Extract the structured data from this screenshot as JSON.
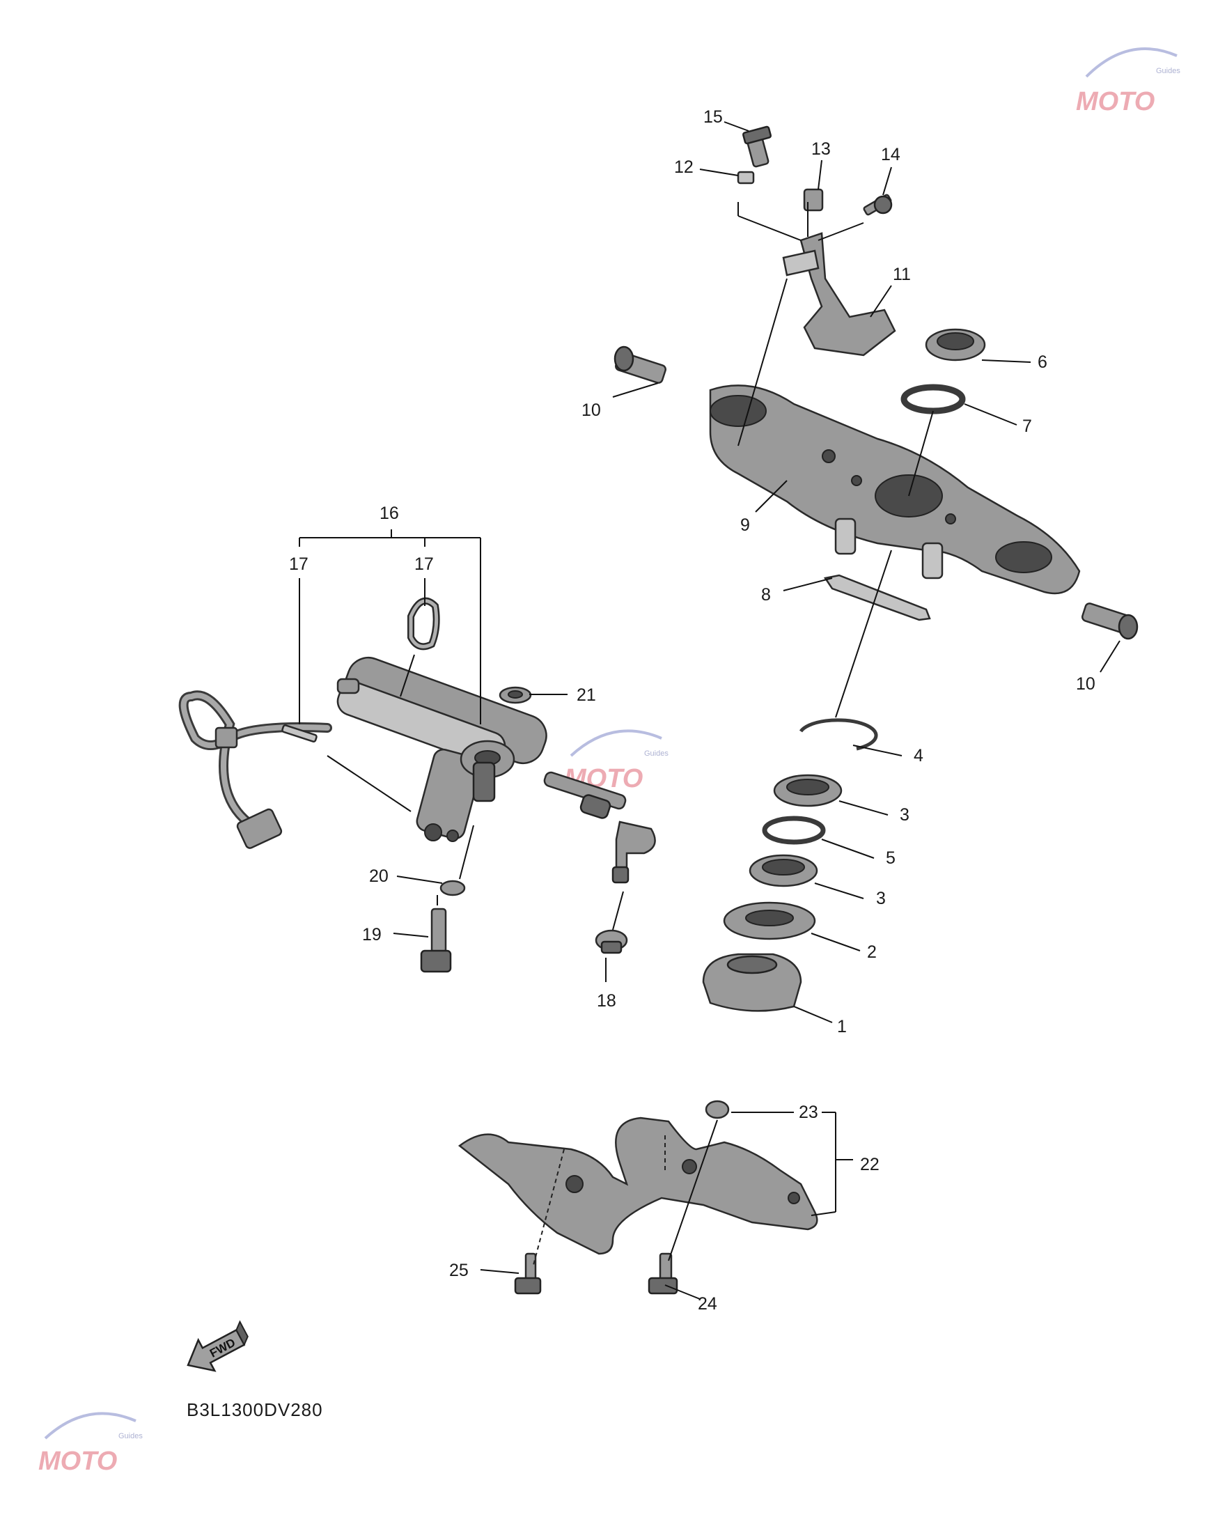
{
  "callouts": {
    "c1": "1",
    "c2": "2",
    "c3a": "3",
    "c3b": "3",
    "c4": "4",
    "c5": "5",
    "c6": "6",
    "c7": "7",
    "c8": "8",
    "c9": "9",
    "c10a": "10",
    "c10b": "10",
    "c11": "11",
    "c12": "12",
    "c13": "13",
    "c14": "14",
    "c15": "15",
    "c16": "16",
    "c17a": "17",
    "c17b": "17",
    "c18": "18",
    "c19": "19",
    "c20": "20",
    "c21": "21",
    "c22": "22",
    "c23": "23",
    "c24": "24",
    "c25": "25"
  },
  "fwd_label": "FWD",
  "diagram_code": "B3L1300DV280",
  "watermark": {
    "brand": "MOTO",
    "sub": "Guides"
  },
  "colors": {
    "part": "#9a9a9a",
    "line": "#111111",
    "watermark": "#e7909a"
  }
}
